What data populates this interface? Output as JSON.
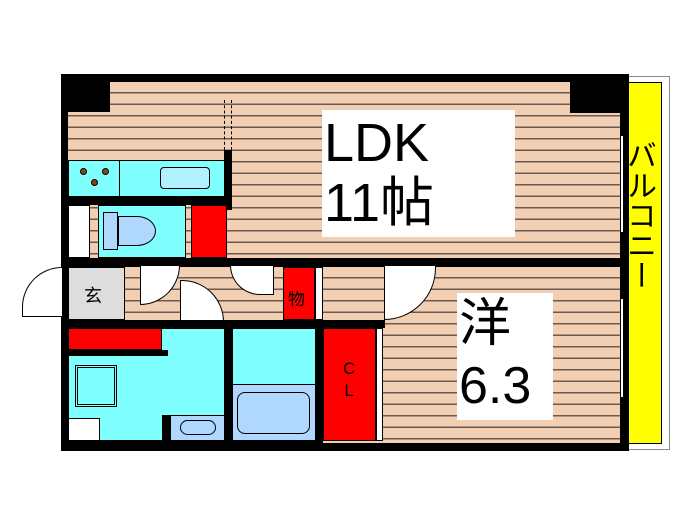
{
  "rooms": {
    "ldk": {
      "name": "LDK",
      "size": "11帖"
    },
    "western": {
      "name": "洋",
      "size": "6.3"
    },
    "entrance": "玄",
    "storage": "物",
    "closet_line1": "C",
    "closet_line2": "L",
    "balcony": "バルコニー"
  },
  "colors": {
    "floor": "#f2cfb3",
    "wet_area": "#80ffff",
    "storage": "#ff0000",
    "balcony": "#ffff00",
    "entrance": "#dddddd"
  }
}
